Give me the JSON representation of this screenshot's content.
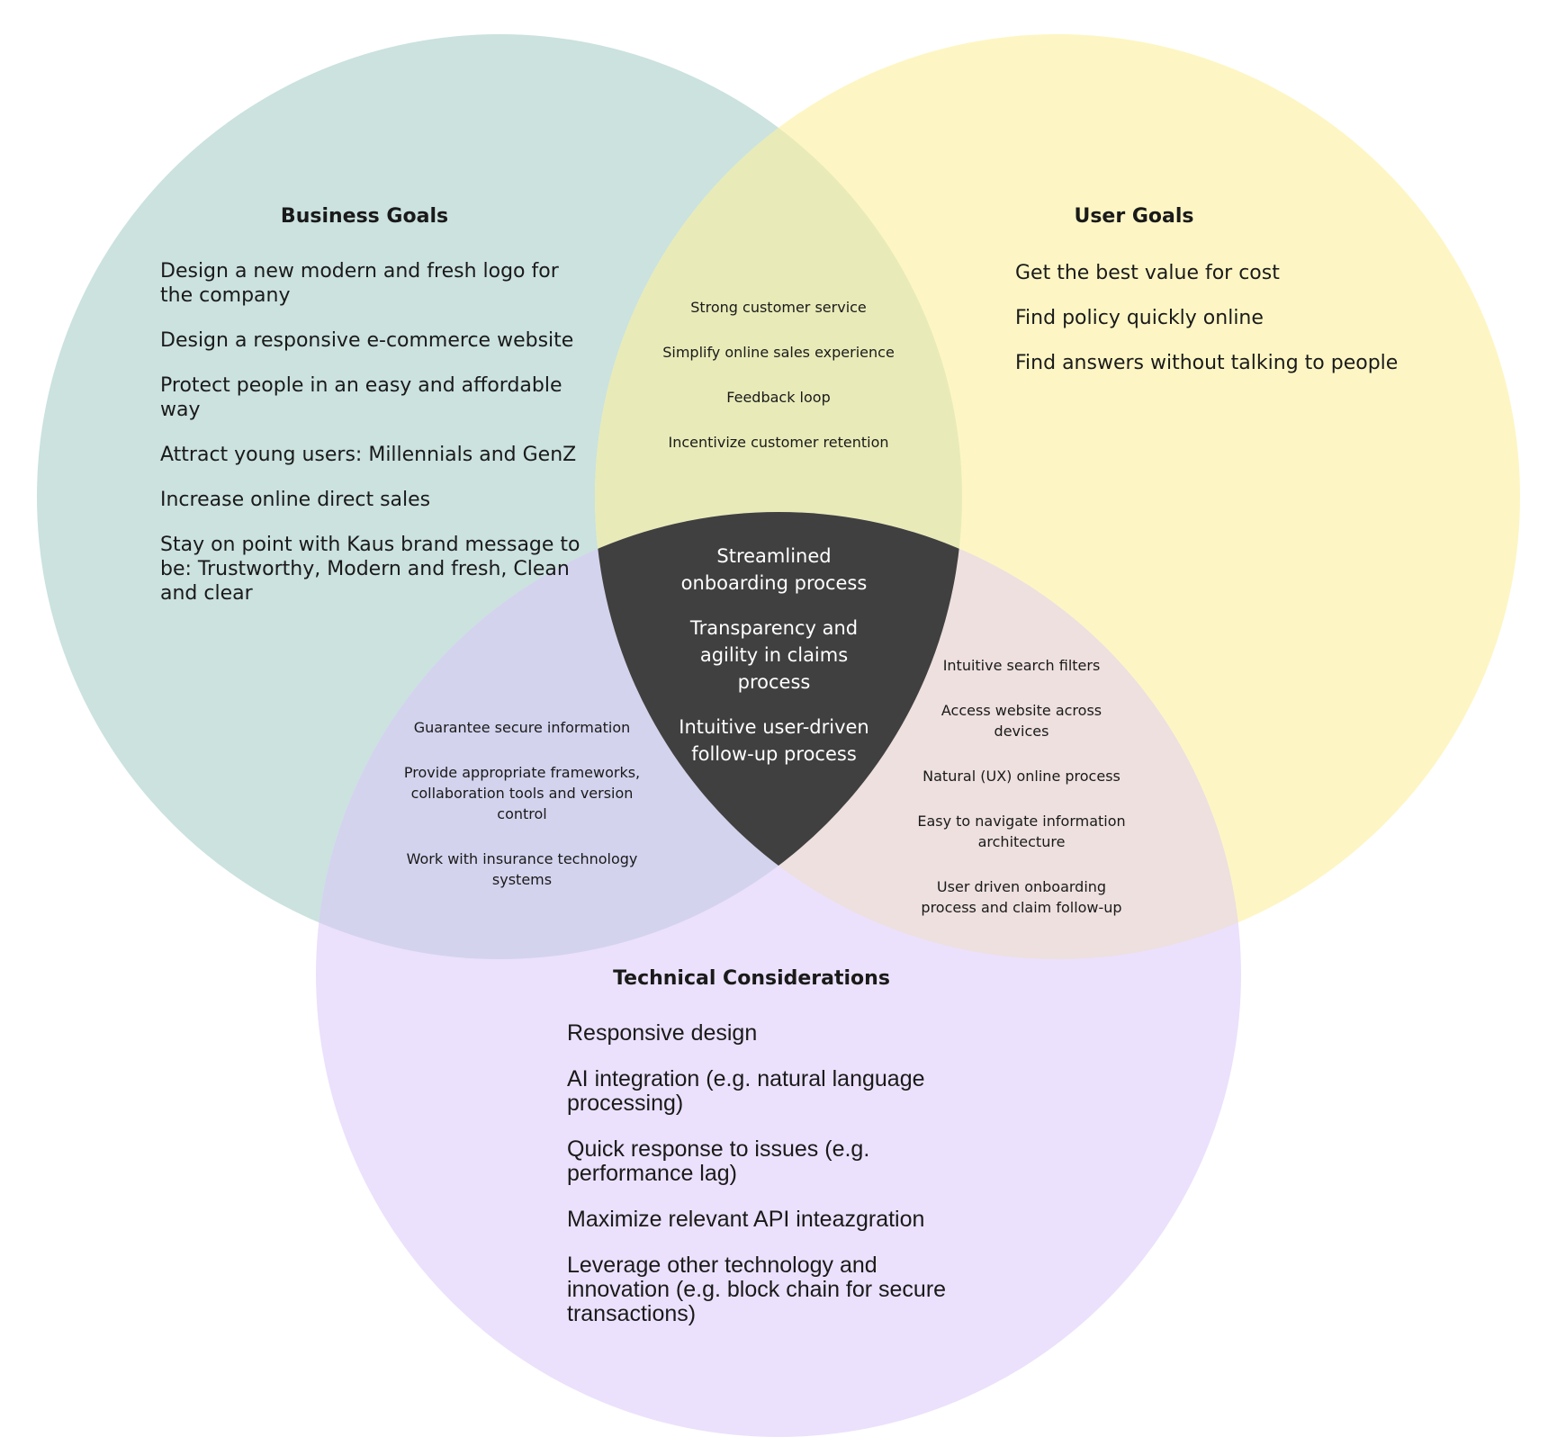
{
  "colors": {
    "business": "#cbe2df",
    "user": "#fdf6c4",
    "technical": "#ebe1fc",
    "business_user": "#e8ebb8",
    "business_technical": "#d3d3ee",
    "user_technical": "#ede0df",
    "all": "#404040"
  },
  "business": {
    "title": "Business Goals",
    "items": [
      "Design a new modern and fresh logo for the company",
      "Design a responsive e-commerce website",
      "Protect people in an easy and affordable way",
      "Attract young users: Millennials and GenZ",
      "Increase online direct sales",
      "Stay on point with Kaus brand message to be: Trustworthy, Modern and fresh, Clean and clear"
    ]
  },
  "user": {
    "title": "User Goals",
    "items": [
      "Get the best value for cost",
      "Find policy quickly online",
      "Find answers without talking to people"
    ]
  },
  "technical": {
    "title": "Technical Considerations",
    "items": [
      "Responsive design",
      "AI integration (e.g. natural language processing)",
      "Quick response to issues (e.g. performance lag)",
      "Maximize relevant API inteazgration",
      "Leverage other technology and innovation (e.g. block chain for secure transactions)"
    ]
  },
  "business_user": {
    "items": [
      "Strong customer service",
      "Simplify online sales experience",
      "Feedback loop",
      "Incentivize customer retention"
    ]
  },
  "business_technical": {
    "items": [
      "Guarantee secure information",
      "Provide appropriate frameworks, collaboration tools and version control",
      "Work with insurance technology systems"
    ]
  },
  "user_technical": {
    "items": [
      "Intuitive search filters",
      "Access website across devices",
      "Natural (UX) online process",
      "Easy to navigate information architecture",
      "User driven onboarding process and claim follow-up"
    ]
  },
  "all": {
    "items": [
      "Streamlined onboarding process",
      "Transparency and agility in claims process",
      "Intuitive user-driven follow-up process"
    ]
  }
}
